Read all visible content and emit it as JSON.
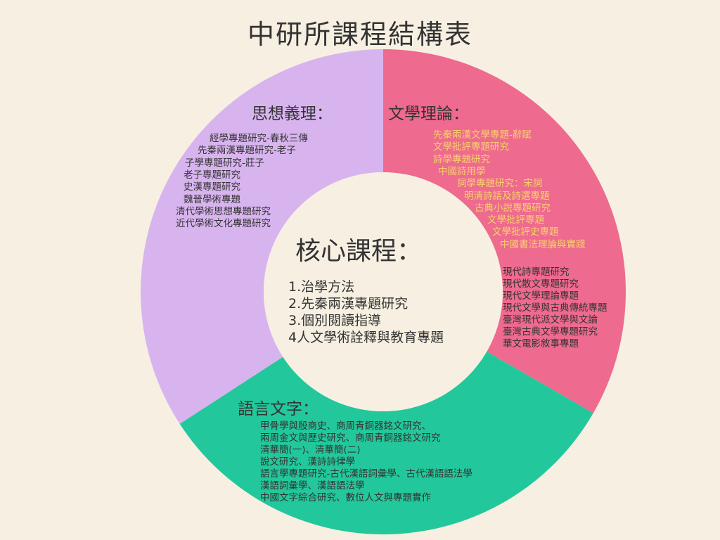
{
  "title": "中研所課程結構表",
  "colors": {
    "background": "#f7f0e2",
    "purple": "#d8b4ef",
    "pink": "#ee6a8e",
    "green": "#22c89b",
    "center": "#f7f0e2",
    "yellow_text": "#f7d26b",
    "dark_text": "#333333"
  },
  "core": {
    "heading": "核心課程：",
    "items": [
      "1.治學方法",
      "2.先秦兩漢專題研究",
      "3.個別閱讀指導",
      "4人文學術詮釋與教育專題"
    ]
  },
  "thought": {
    "heading": "思想義理：",
    "items": [
      "經學專題研究-春秋三傳",
      "先秦兩漢專題研究-老子",
      "子學專題研究-莊子",
      "老子專題研究",
      "史漢專題研究",
      "魏晉學術專題",
      "清代學術思想專題研究",
      "近代學術文化專題研究"
    ]
  },
  "literature": {
    "heading": "文學理論：",
    "items_a": [
      "先秦兩漢文學專題-辭賦",
      "文學批評專題研究",
      "詩學專題研究",
      "中國詩用學",
      "詞學專題研究：宋詞",
      "明清詩話及詩選專題",
      "古典小說專題研究",
      "文學批評專題",
      "文學批評史專題",
      "中國書法理論與實踐"
    ],
    "items_b": [
      "現代詩專題研究",
      "現代散文專題研究",
      "現代文學理論專題",
      "現代文學與古典傳統專題",
      "臺灣現代派文學與文論",
      "臺灣古典文學專題研究",
      "華文電影敘事專題"
    ]
  },
  "language": {
    "heading": "語言文字：",
    "items": [
      "甲骨學與殷商史、商周青銅器銘文研究、",
      "兩周金文與歷史研究、商周青銅器銘文研究",
      "清華簡(一)、清華簡(二)",
      "說文研究、漢詩詩律學",
      "語言學專題研究-古代漢語詞彙學、古代漢語語法學",
      "漢語詞彙學、漢語語法學",
      "中國文字綜合研究、數位人文與專題實作"
    ]
  }
}
